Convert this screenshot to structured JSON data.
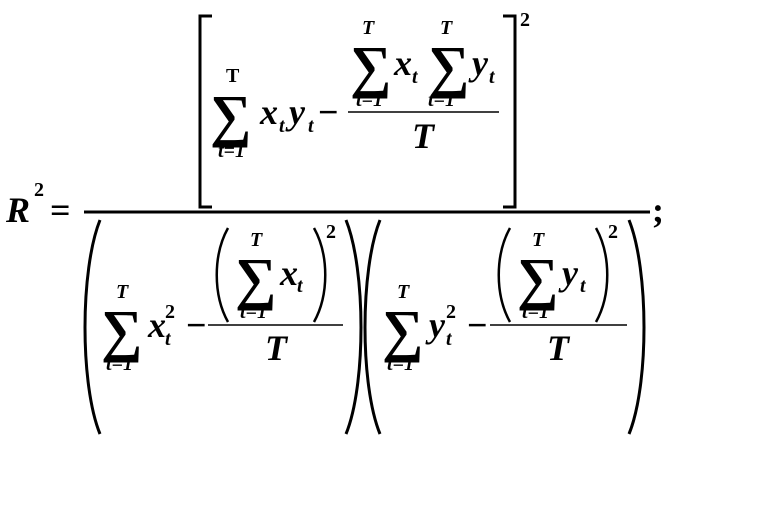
{
  "formula": {
    "lhs": {
      "symbol": "R",
      "exponent": "2",
      "equals": "="
    },
    "sum_symbol": "∑",
    "sum_upper": "T",
    "sum_lower": "t=1",
    "minus": "−",
    "terms": {
      "x": "x",
      "y": "y",
      "index": "t",
      "square": "2",
      "T": "T"
    },
    "trailing_punctuation": ";"
  }
}
